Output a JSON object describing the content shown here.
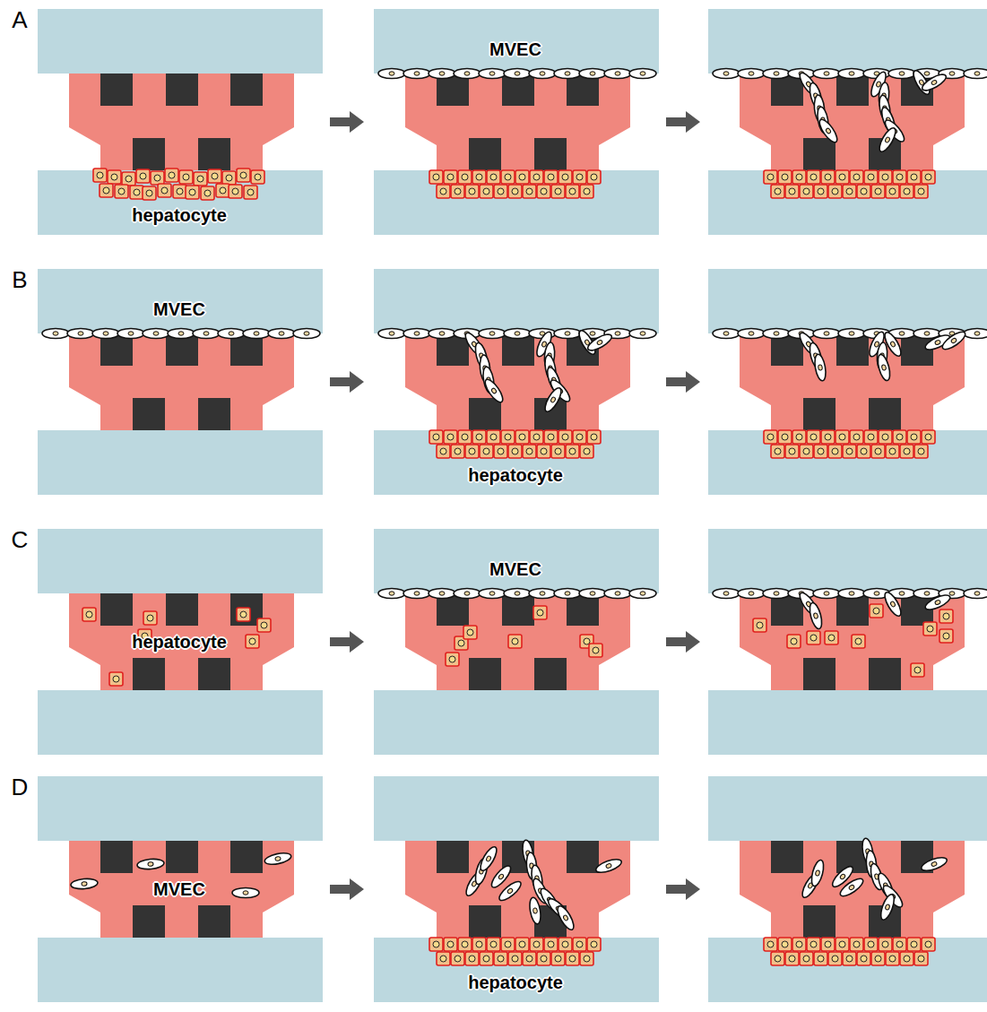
{
  "diagram": {
    "labels": [
      "A",
      "hepatocyte",
      "MVEC",
      "B",
      "MVEC",
      "hepatocyte",
      "C",
      "hepatocyte",
      "MVEC",
      "D",
      "MVEC",
      "hepatocyte"
    ]
  }
}
